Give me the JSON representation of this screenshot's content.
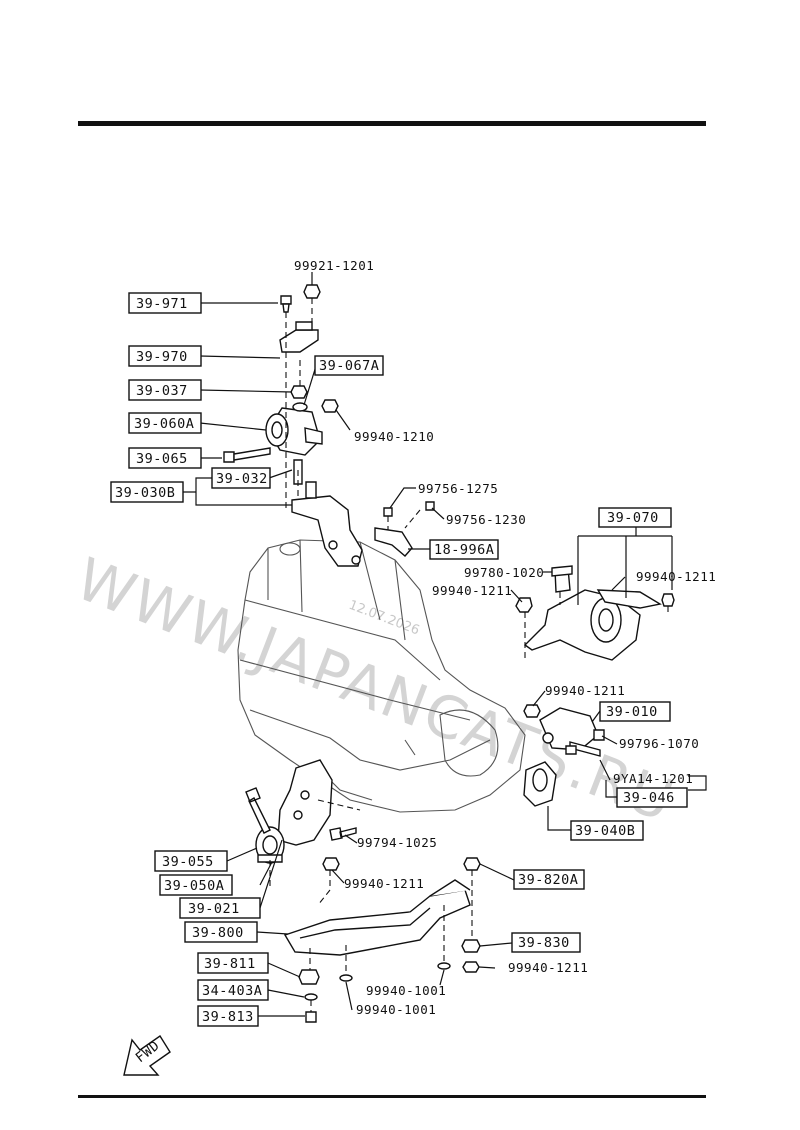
{
  "watermark": {
    "text": "WWW.JAPANCATS.RU",
    "date": "12.07.2026"
  },
  "part_codes": {
    "p39_971": "39-971",
    "p39_970": "39-970",
    "p39_067A": "39-067A",
    "p39_037": "39-037",
    "p39_060A": "39-060A",
    "p39_065": "39-065",
    "p39_032": "39-032",
    "p39_030B": "39-030B",
    "p18_996A": "18-996A",
    "p39_070": "39-070",
    "p39_010": "39-010",
    "p39_046": "39-046",
    "p39_040B": "39-040B",
    "p39_055": "39-055",
    "p39_050A": "39-050A",
    "p39_021": "39-021",
    "p39_800": "39-800",
    "p39_820A": "39-820A",
    "p39_830": "39-830",
    "p39_811": "39-811",
    "p34_403A": "34-403A",
    "p39_813": "39-813"
  },
  "fastener_codes": {
    "f99921_1201": "99921-1201",
    "f99940_1210": "99940-1210",
    "f99756_1275": "99756-1275",
    "f99756_1230": "99756-1230",
    "f99780_1020": "99780-1020",
    "f99940_1211_a": "99940-1211",
    "f99940_1211_b": "99940-1211",
    "f99940_1211_c": "99940-1211",
    "f99796_1070": "99796-1070",
    "f9YA14_1201": "9YA14-1201",
    "f99794_1025": "99794-1025",
    "f99940_1211_d": "99940-1211",
    "f99940_1211_e": "99940-1211",
    "f99940_1001_a": "99940-1001",
    "f99940_1001_b": "99940-1001"
  },
  "fwd_label": "FWD"
}
